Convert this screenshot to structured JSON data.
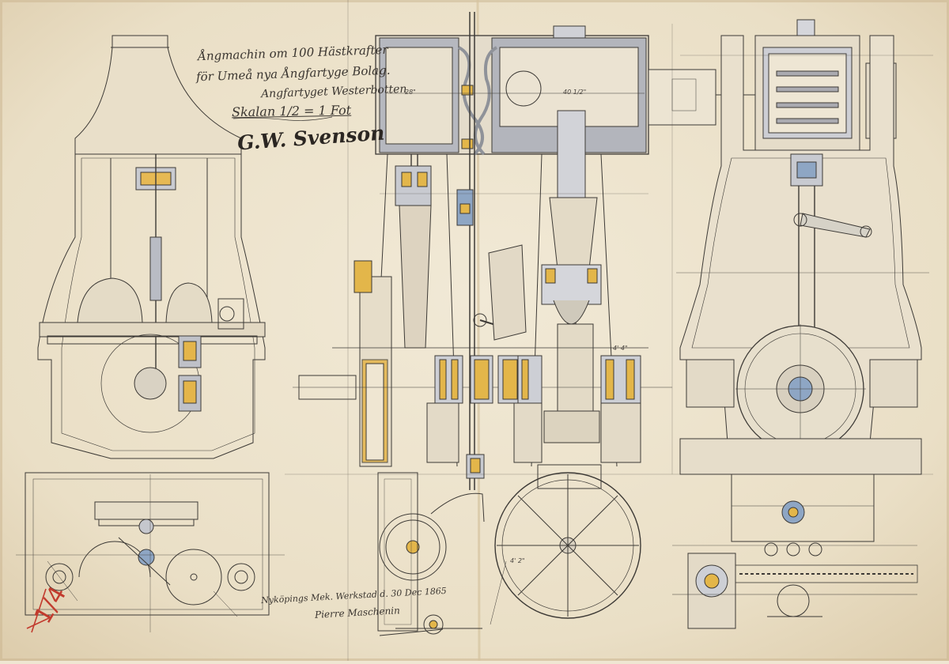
{
  "drawing": {
    "title_line1": "Ångmachin om 100 Hästkrafter",
    "title_line2": "för Umeå nya Ångfartyge Bolag.",
    "title_line3": "Angfartyget Westerbotten",
    "scale_label": "Skalan 1/2 = 1 Fot",
    "signature": "G.W. Svenson",
    "works_note": "Nyköpings Mek. Werkstad d. 30 Dec 1865",
    "works_signature": "Pierre Maschenin",
    "sheet_number": "1/4",
    "dim_label_1": "28\"",
    "dim_label_2": "40 1/2\"",
    "dim_label_3": "4' 2\"",
    "dim_label_4": "4' 4\""
  },
  "colors": {
    "paper": "#efe6d2",
    "ink": "#3d3a36",
    "wash_gray": "#a9aab0",
    "brass": "#e3b64a",
    "steel_blue": "#8ea6c4",
    "red_ink": "#c23b2e"
  }
}
